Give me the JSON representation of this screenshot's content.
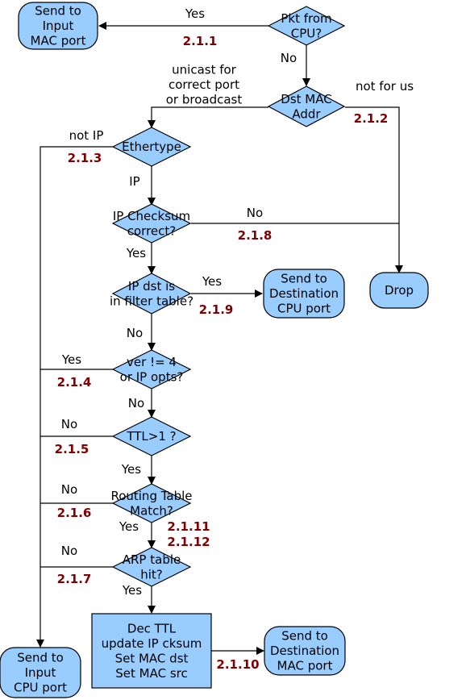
{
  "colors": {
    "node_fill": "#99ccff",
    "line": "#000000",
    "ref": "#800000"
  },
  "nodes": {
    "pkt_from_cpu": [
      "Pkt from",
      "CPU?"
    ],
    "send_input_mac": [
      "Send to",
      "Input",
      "MAC port"
    ],
    "dst_mac": [
      "Dst MAC",
      "Addr"
    ],
    "ethertype": [
      "Ethertype"
    ],
    "ip_checksum": [
      "IP Checksum",
      "correct?"
    ],
    "ip_dst_filter": [
      "IP dst is",
      "in filter table?"
    ],
    "send_dest_cpu": [
      "Send to",
      "Destination",
      "CPU port"
    ],
    "drop": [
      "Drop"
    ],
    "ver_check": [
      "ver != 4",
      "or IP opts?"
    ],
    "ttl_check": [
      "TTL>1 ?"
    ],
    "routing_match": [
      "Routing Table",
      "Match?"
    ],
    "arp_hit": [
      "ARP table",
      "hit?"
    ],
    "process": [
      "Dec TTL",
      "update IP cksum",
      "Set MAC dst",
      "Set MAC src"
    ],
    "send_dest_mac": [
      "Send to",
      "Destination",
      "MAC port"
    ],
    "send_input_cpu": [
      "Send to",
      "Input",
      "CPU port"
    ]
  },
  "edge_labels": {
    "pkt_yes": [
      "Yes"
    ],
    "pkt_no": [
      "No"
    ],
    "mac_unicast": [
      "unicast for",
      "correct port",
      "or broadcast"
    ],
    "mac_not_for_us": [
      "not for us"
    ],
    "eth_not_ip": [
      "not IP"
    ],
    "eth_ip": [
      "IP"
    ],
    "cksum_no": [
      "No"
    ],
    "cksum_yes": [
      "Yes"
    ],
    "filter_yes": [
      "Yes"
    ],
    "filter_no": [
      "No"
    ],
    "ver_yes": [
      "Yes"
    ],
    "ver_no": [
      "No"
    ],
    "ttl_no": [
      "No"
    ],
    "ttl_yes": [
      "Yes"
    ],
    "route_no": [
      "No"
    ],
    "route_yes": [
      "Yes"
    ],
    "arp_no": [
      "No"
    ],
    "arp_yes": [
      "Yes"
    ]
  },
  "refs": {
    "r_2_1_1": "2.1.1",
    "r_2_1_2": "2.1.2",
    "r_2_1_3": "2.1.3",
    "r_2_1_8": "2.1.8",
    "r_2_1_9": "2.1.9",
    "r_2_1_4": "2.1.4",
    "r_2_1_5": "2.1.5",
    "r_2_1_6": "2.1.6",
    "r_2_1_11": "2.1.11",
    "r_2_1_12": "2.1.12",
    "r_2_1_7": "2.1.7",
    "r_2_1_10": "2.1.10"
  }
}
